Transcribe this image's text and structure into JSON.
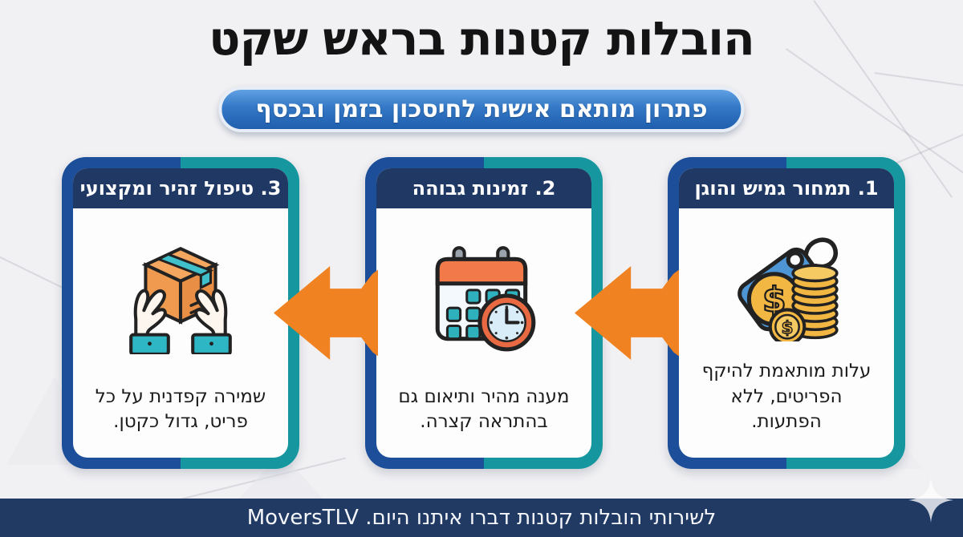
{
  "title": "הובלות קטנות בראש שקט",
  "subtitle": "פתרון מותאם אישית לחיסכון בזמן ובכסף",
  "cards": [
    {
      "header": "1. תמחור גמיש והוגן",
      "body": "עלות מותאמת להיקף הפריטים, ללא הפתעות.",
      "icon": "price-tags-coins"
    },
    {
      "header": "2. זמינות גבוהה",
      "body": "מענה מהיר ותיאום גם בהתראה קצרה.",
      "icon": "calendar-clock"
    },
    {
      "header": "3. טיפול זהיר ומקצועי",
      "body": "שמירה קפדנית על כל פריט, גדול כקטן.",
      "icon": "hands-holding-box"
    }
  ],
  "footer": {
    "text": "לשירותי הובלות קטנות דברו איתנו היום. MoversTLV"
  },
  "icons": {
    "dollar_glyph": "$"
  },
  "colors": {
    "background": "#f1f1f3",
    "accent_orange": "#f08221",
    "frame_navy": "#1d4e99",
    "frame_teal": "#16969e",
    "header_navy": "#1f3864",
    "footer_navy": "#203a64",
    "pill_blue": "#2e72c0"
  }
}
